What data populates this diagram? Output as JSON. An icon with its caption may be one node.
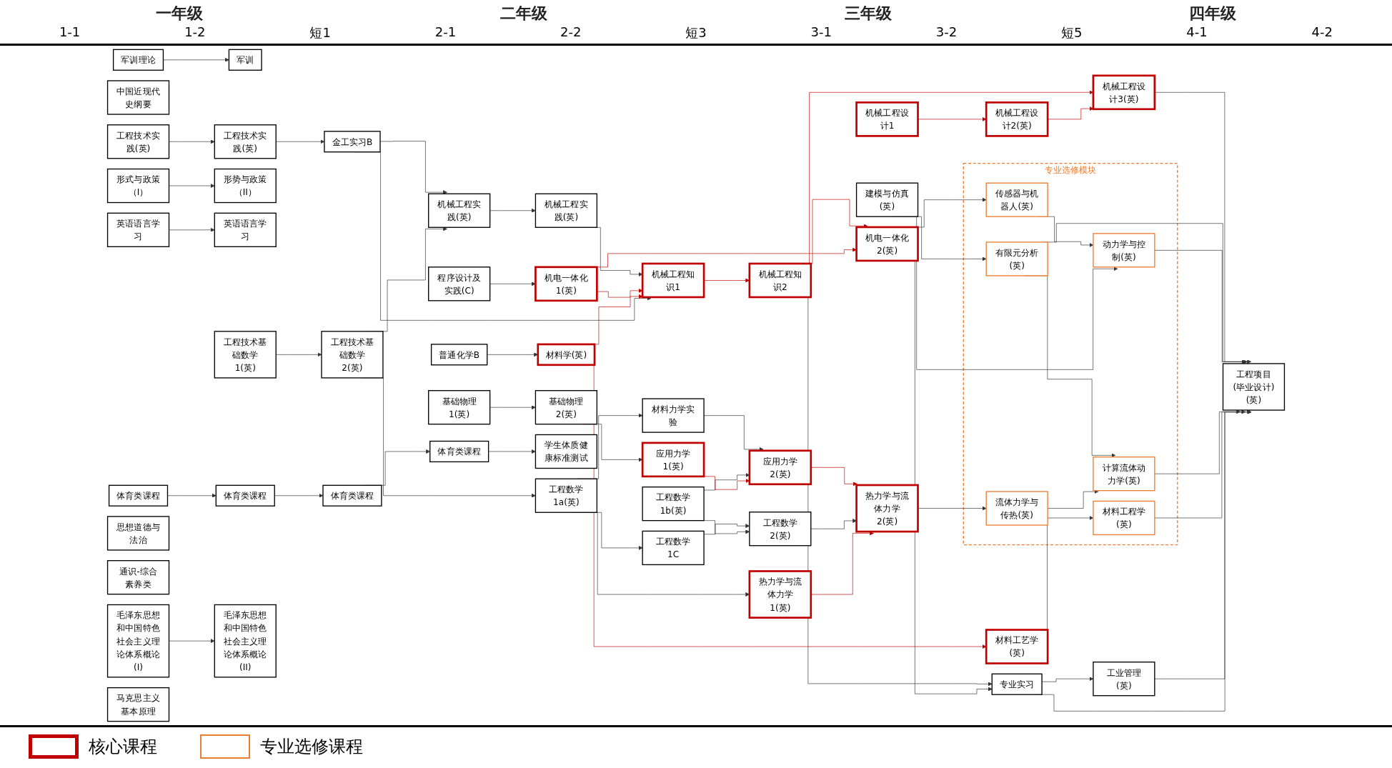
{
  "diagram": {
    "nodes": [
      {
        "text": [
          "形式与政策（I）"
        ]
      },
      {
        "text": [
          "中国近现代史纲要"
        ]
      },
      {
        "text": [
          "军训"
        ]
      },
      {
        "text": [
          "军训理论"
        ]
      },
      {
        "text": [
          "英语语言学习"
        ]
      },
      {
        "text": [
          "工程技术基础数学1(英)"
        ]
      },
      {
        "text": [
          "程序设计及实践(C)"
        ]
      },
      {
        "text": [
          "基础物理1(英)"
        ]
      },
      {
        "text": [
          "工程技术实践(英)"
        ]
      },
      {
        "text": [
          "体育类课程"
        ]
      },
      {
        "text": [
          "形势与政策（II）"
        ]
      },
      {
        "text": [
          "思想道德与法治"
        ]
      },
      {
        "text": [
          "通识-综合素养类"
        ]
      },
      {
        "text": [
          "普通化学B"
        ]
      },
      {
        "text": [
          "英语语言学习"
        ]
      },
      {
        "text": [
          "工程技术基础数学2(英)"
        ]
      },
      {
        "text": [
          "基础物理2(英)"
        ]
      },
      {
        "text": [
          "工程技术实践(英)"
        ]
      },
      {
        "text": [
          "体育类课程"
        ]
      },
      {
        "text": [
          "金工实习B"
        ]
      },
      {
        "text": [
          "毛泽东思想和中国特色社会主义理论体系概论(I)"
        ]
      },
      {
        "text": [
          "马克思主义基本原理"
        ]
      },
      {
        "text": [
          "材料学(英)"
        ]
      },
      {
        "text": [
          "工程数学1a(英)"
        ]
      },
      {
        "text": [
          "应用力学1(英)"
        ]
      },
      {
        "text": [
          "机械工程实践(英)"
        ]
      },
      {
        "text": [
          "体育类课程"
        ]
      },
      {
        "text": [
          "毛泽东思想和中国特色社会主义理论体系概论(II)"
        ]
      },
      {
        "text": [
          "热力学与流体力学1(英)"
        ]
      },
      {
        "text": [
          "工程数学1b(英)"
        ]
      },
      {
        "text": [
          "机械工程设计1"
        ]
      },
      {
        "text": [
          "机电一体化1(英)"
        ]
      },
      {
        "text": [
          "机械工程实践(英)"
        ]
      },
      {
        "text": [
          "体育类课程"
        ]
      },
      {
        "text": [
          "材料力学实验"
        ]
      },
      {
        "text": [
          "工程数学2(英)"
        ]
      },
      {
        "text": [
          "工程数学1C"
        ]
      },
      {
        "text": [
          "应用力学2(英)"
        ]
      },
      {
        "text": [
          "机械工程设计2(英)"
        ]
      },
      {
        "text": [
          "机械工程知识1"
        ]
      },
      {
        "text": [
          "热力学与流体力学2(英)"
        ]
      },
      {
        "text": [
          "材料工艺学(英)"
        ]
      },
      {
        "text": [
          "建模与仿真(英)"
        ]
      },
      {
        "text": [
          "机电一体化2(英)"
        ]
      },
      {
        "text": [
          "机械工程知识2"
        ]
      },
      {
        "text": [
          "专业实习"
        ]
      },
      {
        "text": [
          "工业管理(英)"
        ]
      },
      {
        "text": [
          "专业选修模块"
        ]
      },
      {
        "text": [
          "流体力学与传热(英)"
        ],
        "in": 47
      },
      {
        "text": [
          "材料工程学(英)"
        ],
        "in": 47
      },
      {
        "text": [
          "传感器与机器人(英)"
        ],
        "in": 47
      },
      {
        "text": [
          "有限元分析(英)"
        ],
        "in": 47
      },
      {
        "text": [
          "学生体质健康标准测试"
        ]
      },
      {
        "text": [
          "计算流体动力学(英)"
        ],
        "in": 47
      },
      {
        "text": [
          "动力学与控制(英)"
        ],
        "in": 47
      },
      {
        "text": [
          "机械工程设计3(英)"
        ]
      },
      {
        "text": [
          "工程项目(毕业设计)(英)"
        ]
      }
    ],
    "edges": [
      {
        "from": 0,
        "to": 10,
        "arrow": "to"
      },
      {
        "from": 3,
        "to": 2,
        "arrow": "to"
      },
      {
        "from": 4,
        "to": 14,
        "arrow": "to"
      },
      {
        "from": 5,
        "to": 15,
        "arrow": "to"
      },
      {
        "from": 7,
        "to": 16,
        "arrow": "to"
      },
      {
        "from": 8,
        "to": 17,
        "arrow": "to"
      },
      {
        "from": 9,
        "to": 18,
        "arrow": "to"
      },
      {
        "from": 13,
        "to": 22,
        "arrow": "to"
      },
      {
        "from": 15,
        "to": 23,
        "arrow": "to"
      },
      {
        "from": 15,
        "to": 25,
        "arrow": "to"
      },
      {
        "from": 6,
        "to": 31,
        "arrow": "to"
      },
      {
        "from": 16,
        "to": 24,
        "arrow": "to"
      },
      {
        "from": 17,
        "to": 19,
        "arrow": "to"
      },
      {
        "from": 19,
        "to": 25,
        "arrow": "to"
      },
      {
        "from": 19,
        "to": 39,
        "arrow": "to"
      },
      {
        "from": 18,
        "to": 26,
        "arrow": "to"
      },
      {
        "from": 20,
        "to": 27,
        "arrow": "to"
      },
      {
        "from": 22,
        "to": 41,
        "arrow": "to",
        "color": "#c00000"
      },
      {
        "from": 22,
        "to": 39,
        "arrow": "to",
        "color": "#c00000"
      },
      {
        "from": 23,
        "to": 28,
        "arrow": "to"
      },
      {
        "from": 23,
        "to": 34,
        "arrow": "to"
      },
      {
        "from": 23,
        "to": 36,
        "arrow": "to"
      },
      {
        "from": 24,
        "to": 37,
        "arrow": "to",
        "color": "#c00000"
      },
      {
        "from": 25,
        "to": 32,
        "arrow": "to"
      },
      {
        "from": 26,
        "to": 33,
        "arrow": "to"
      },
      {
        "from": 28,
        "to": 40,
        "arrow": "to",
        "color": "#c00000"
      },
      {
        "from": 29,
        "to": 35,
        "arrow": "to"
      },
      {
        "from": 29,
        "to": 37,
        "arrow": "to"
      },
      {
        "from": 30,
        "to": 38,
        "arrow": "to",
        "color": "#c00000"
      },
      {
        "from": 31,
        "to": 43,
        "arrow": "to",
        "color": "#c00000"
      },
      {
        "from": 31,
        "to": 39,
        "arrow": "to",
        "color": "#c00000"
      },
      {
        "from": 32,
        "to": 39,
        "arrow": "to"
      },
      {
        "from": 33,
        "to": 52,
        "arrow": "to"
      },
      {
        "from": 34,
        "to": 37,
        "arrow": "to"
      },
      {
        "from": 35,
        "to": 40,
        "arrow": "to"
      },
      {
        "from": 36,
        "to": 35,
        "arrow": "to"
      },
      {
        "from": 37,
        "to": 40,
        "arrow": "to",
        "color": "#c00000"
      },
      {
        "from": 38,
        "to": 55,
        "arrow": "to",
        "color": "#c00000"
      },
      {
        "from": 39,
        "to": 44,
        "arrow": "to",
        "color": "#c00000"
      },
      {
        "from": 40,
        "to": 48,
        "arrow": "to"
      },
      {
        "from": 41,
        "to": 49,
        "arrow": "to"
      },
      {
        "from": 42,
        "to": 54,
        "arrow": "to"
      },
      {
        "from": 42,
        "to": 51,
        "arrow": "to"
      },
      {
        "from": 43,
        "to": 50,
        "arrow": "to"
      },
      {
        "from": 43,
        "to": 45,
        "arrow": "to"
      },
      {
        "from": 44,
        "to": 43,
        "arrow": "to",
        "color": "#c00000"
      },
      {
        "from": 44,
        "to": 45,
        "arrow": "to"
      },
      {
        "from": 44,
        "to": 55,
        "arrow": "to",
        "color": "#c00000"
      },
      {
        "from": 45,
        "to": 46,
        "arrow": "to"
      },
      {
        "from": 45,
        "to": 56,
        "arrow": "to"
      },
      {
        "from": 46,
        "to": 56,
        "arrow": "to"
      },
      {
        "from": 48,
        "to": 53,
        "arrow": "to"
      },
      {
        "from": 50,
        "to": 54,
        "arrow": "to"
      },
      {
        "from": 51,
        "to": 53,
        "arrow": "to"
      },
      {
        "from": 49,
        "to": 56,
        "arrow": "to"
      },
      {
        "from": 53,
        "to": 56,
        "arrow": "to"
      },
      {
        "from": 54,
        "to": 56,
        "arrow": "to"
      },
      {
        "from": 51,
        "to": 56,
        "arrow": "to"
      },
      {
        "from": 55,
        "to": 56,
        "arrow": "to"
      }
    ],
    "labels": [
      "一年级",
      "二年级",
      "三年级",
      "四年级",
      "1-1",
      "1-2",
      "短1",
      "2-1",
      "2-2",
      "短3",
      "3-1",
      "3-2",
      "短5",
      "4-1",
      "4-2"
    ],
    "legend": [
      {
        "text": "核心课程"
      },
      {
        "text": "专业选修课程"
      }
    ]
  }
}
